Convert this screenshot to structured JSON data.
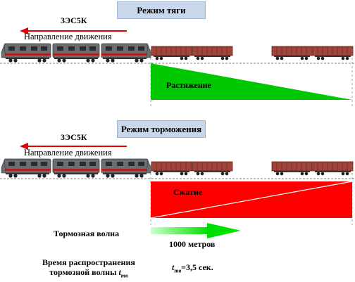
{
  "panels": [
    {
      "mode": "Режим тяги",
      "locomotive": "3ЭС5К",
      "direction": "Направление движения",
      "force": "Растяжение"
    },
    {
      "mode": "Режим торможения",
      "locomotive": "3ЭС5К",
      "direction": "Направление движения",
      "force": "Сжатие"
    }
  ],
  "brake_wave": {
    "label": "Тормозная волна",
    "distance": "1000 метров"
  },
  "propagation": {
    "label_line1": "Время распространения",
    "label_line2_prefix": "тормозной волны ",
    "symbol_main": "t",
    "symbol_sub": "тв",
    "value_suffix": "=3,5 сек."
  },
  "colors": {
    "tension": "#00c800",
    "compression": "#ff0000",
    "direction_arrow": "#e00000",
    "wagon": "#a0453a",
    "locomotive_body": "#6a6e72"
  }
}
